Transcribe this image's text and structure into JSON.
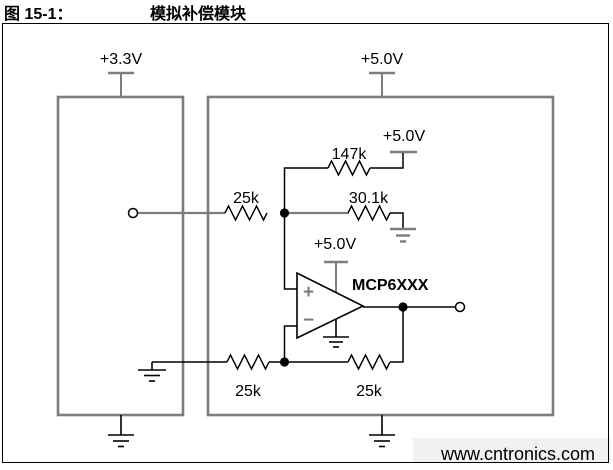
{
  "figure": {
    "label": "图 15-1：",
    "title": "模拟补偿模块"
  },
  "supplies": {
    "left_rail": "+3.3V",
    "right_rail": "+5.0V",
    "pullup": "+5.0V",
    "opamp": "+5.0V"
  },
  "resistors": {
    "input": "25k",
    "pullup": "147k",
    "divider": "30.1k",
    "gain_ground": "25k",
    "feedback": "25k"
  },
  "opamp": {
    "part": "MCP6XXX",
    "noninverting": "+",
    "inverting": "−"
  },
  "watermark": {
    "text": "www.cntronics.com",
    "color": "#c3e3b5",
    "bg": "#f1f1f1"
  },
  "colors": {
    "box_gray": "#7d7d7d",
    "wire_black": "#000000"
  }
}
